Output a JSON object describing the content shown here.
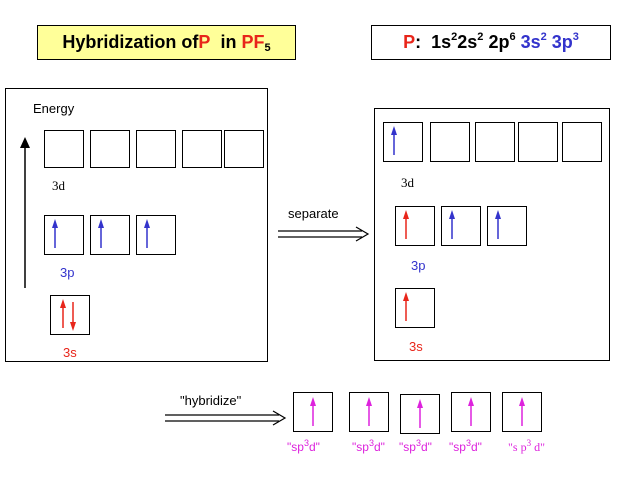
{
  "title": {
    "prefix": "Hybridization of ",
    "element": "P",
    "middle": "  in ",
    "mol_el": "PF",
    "mol_sub": "5"
  },
  "config": {
    "el": "P",
    "colon": ":  ",
    "t1": "1s",
    "s1": "2",
    "t2": "2s",
    "s2": "2",
    "t3": "2p",
    "s3": "6",
    "t4": "3s",
    "s4": "2",
    "t5": "3p",
    "s5": "3"
  },
  "left_panel": {
    "energy_label": "Energy",
    "label_3d": "3d",
    "label_3p": "3p",
    "label_3s": "3s"
  },
  "right_panel": {
    "label_3d": "3d",
    "label_3p": "3p",
    "label_3s": "3s"
  },
  "arrows": {
    "separate": "separate",
    "hybridize": "\"hybridize\""
  },
  "hybrid_labels": [
    {
      "q1": "\"sp",
      "sup": "3",
      "q2": "d\""
    },
    {
      "q1": "\"sp",
      "sup": "3",
      "q2": "d\""
    },
    {
      "q1": "\"sp",
      "sup": "3",
      "q2": "d\""
    },
    {
      "q1": "\"sp",
      "sup": "3",
      "q2": "d\""
    },
    {
      "q1": "\"s p",
      "sup": "3",
      "q2": " d\""
    }
  ],
  "colors": {
    "red": "#e8251a",
    "blue": "#3333cc",
    "magenta": "#dd22dd",
    "title_bg": "#ffff99"
  }
}
